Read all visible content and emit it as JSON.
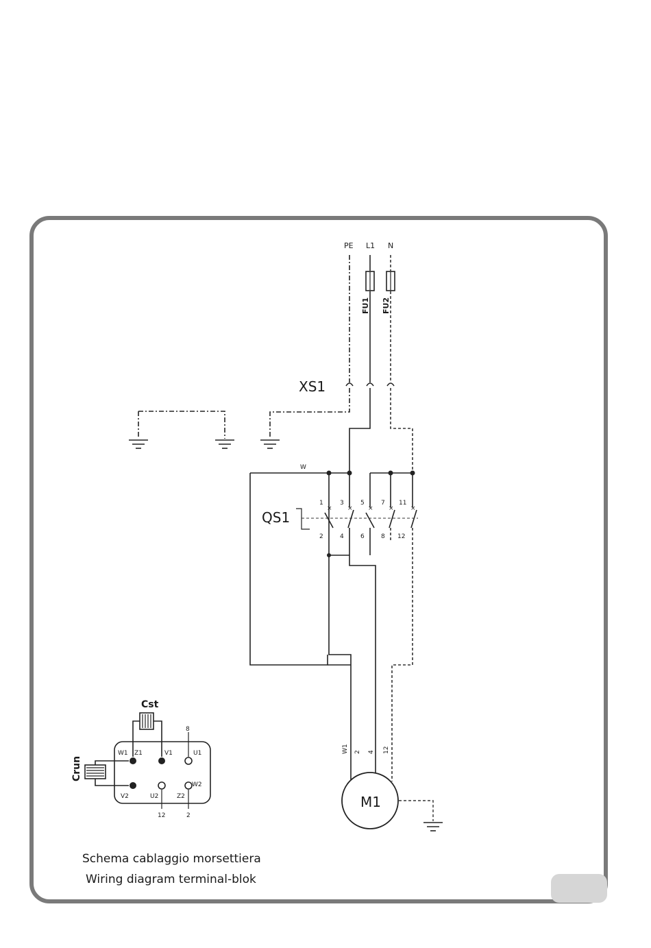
{
  "mains": {
    "pe": "PE",
    "l1": "L1",
    "n": "N"
  },
  "fuses": {
    "fu1": "FU1",
    "fu2": "FU2"
  },
  "connector": "XS1",
  "switch": {
    "label": "QS1",
    "top_terminals": [
      "1",
      "3",
      "5",
      "7",
      "11"
    ],
    "bottom_terminals": [
      "2",
      "4",
      "6",
      "8",
      "12"
    ]
  },
  "wires": {
    "top_bus": "W",
    "w1": "W1",
    "n2": "2",
    "n4": "4",
    "n12": "12"
  },
  "motor": "M1",
  "terminal_block": {
    "cst": "Cst",
    "crun": "Crun",
    "labels": {
      "w1": "W1",
      "z1": "Z1",
      "v1": "V1",
      "u1": "U1",
      "v2": "V2",
      "u2": "U2",
      "z2": "Z2",
      "w2": "W2"
    },
    "lead_top": "8",
    "lead_bottom_left": "12",
    "lead_bottom_right": "2"
  },
  "caption": {
    "line1": "Schema cablaggio morsettiera",
    "line2": "Wiring diagram terminal-blok"
  }
}
